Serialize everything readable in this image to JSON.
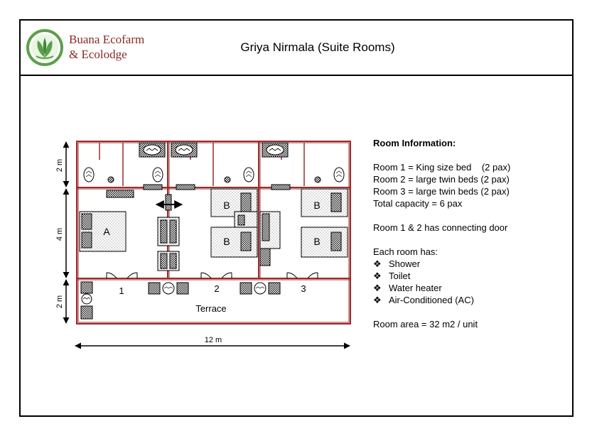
{
  "header": {
    "brand_line1": "Buana Ecofarm",
    "brand_line2": "& Ecolodge",
    "title": "Griya Nirmala (Suite Rooms)"
  },
  "plan": {
    "dim_top": "2 m",
    "dim_middle": "4 m",
    "dim_bottom": "2 m",
    "dim_width": "12 m",
    "bed_a": "A",
    "bed_b_1": "B",
    "bed_b_2": "B",
    "bed_b_3": "B",
    "bed_b_4": "B",
    "room_1": "1",
    "room_2": "2",
    "room_3": "3",
    "terrace": "Terrace"
  },
  "info": {
    "heading": "Room Information:",
    "rooms": [
      "Room 1 = King size bed    (2 pax)",
      "Room 2 = large twin beds (2 pax)",
      "Room 3 = large twin beds (2 pax)",
      "Total capacity = 6 pax"
    ],
    "connecting": "Room 1 & 2 has connecting door",
    "each_room": "Each room has:",
    "bullet_mark": "❖",
    "amenities": [
      "Shower",
      "Toilet",
      "Water heater",
      "Air-Conditioned (AC)"
    ],
    "area": "Room area = 32 m2 / unit"
  },
  "colors": {
    "wall": "#9e2a2b",
    "brand": "#8a2a23",
    "logo_green": "#5aa04a"
  }
}
